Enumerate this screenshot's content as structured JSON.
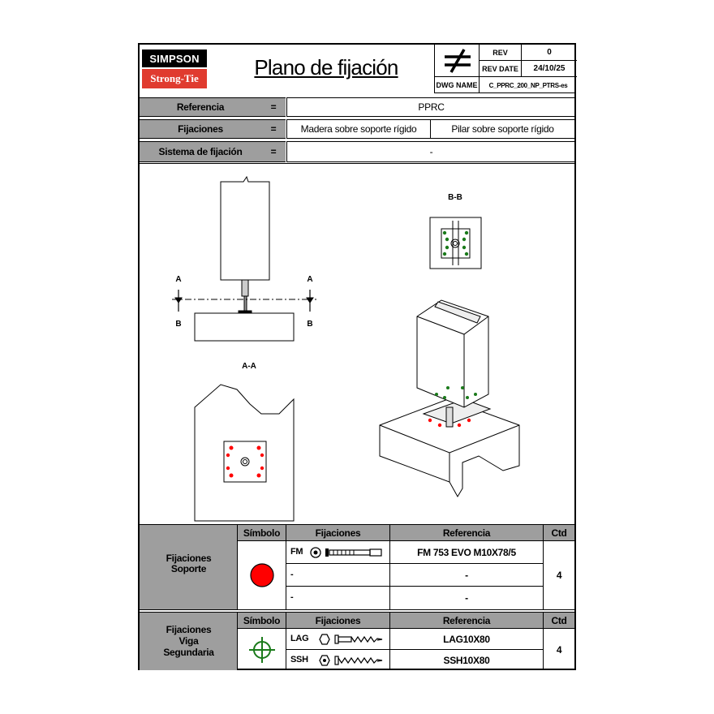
{
  "brand": {
    "line1": "SIMPSON",
    "line2": "Strong-Tie"
  },
  "title": "Plano de fijación",
  "titleblock": {
    "rev_label": "REV",
    "rev_value": "0",
    "rev_date_label": "REV DATE",
    "rev_date_value": "24/10/25",
    "dwg_name_label": "DWG NAME",
    "dwg_name_value": "C_PPRC_200_NP_PTRS-es"
  },
  "info": {
    "referencia_label": "Referencia",
    "eq1": "=",
    "referencia_value": "PPRC",
    "fijaciones_label": "Fijaciones",
    "eq2": "=",
    "fijaciones_value_1": "Madera sobre soporte rígido",
    "fijaciones_value_2": "Pilar sobre soporte rígido",
    "sistema_label": "Sistema de fijación",
    "eq3": "=",
    "sistema_value": "-"
  },
  "drawing": {
    "section_bb": "B-B",
    "section_aa": "A-A",
    "mark_a": "A",
    "mark_b": "B"
  },
  "soporte": {
    "group_label_1": "Fijaciones",
    "group_label_2": "Soporte",
    "col_simbolo": "Símbolo",
    "col_fijaciones": "Fijaciones",
    "col_referencia": "Referencia",
    "col_ctd": "Ctd",
    "rows": [
      {
        "code": "FM",
        "ref": "FM 753 EVO M10X78/5"
      },
      {
        "code": "-",
        "ref": "-"
      },
      {
        "code": "-",
        "ref": "-"
      }
    ],
    "ctd": "4",
    "symbol_color": "#ff0000"
  },
  "viga": {
    "group_label_1": "Fijaciones",
    "group_label_2": "Viga",
    "group_label_3": "Segundaria",
    "col_simbolo": "Símbolo",
    "col_fijaciones": "Fijaciones",
    "col_referencia": "Referencia",
    "col_ctd": "Ctd",
    "rows": [
      {
        "code": "LAG",
        "ref": "LAG10X80"
      },
      {
        "code": "SSH",
        "ref": "SSH10X80"
      }
    ],
    "ctd": "4",
    "symbol_color": "#1a7a1a"
  },
  "colors": {
    "brand_red": "#e03b2f",
    "header_grey": "#9e9e9e"
  }
}
